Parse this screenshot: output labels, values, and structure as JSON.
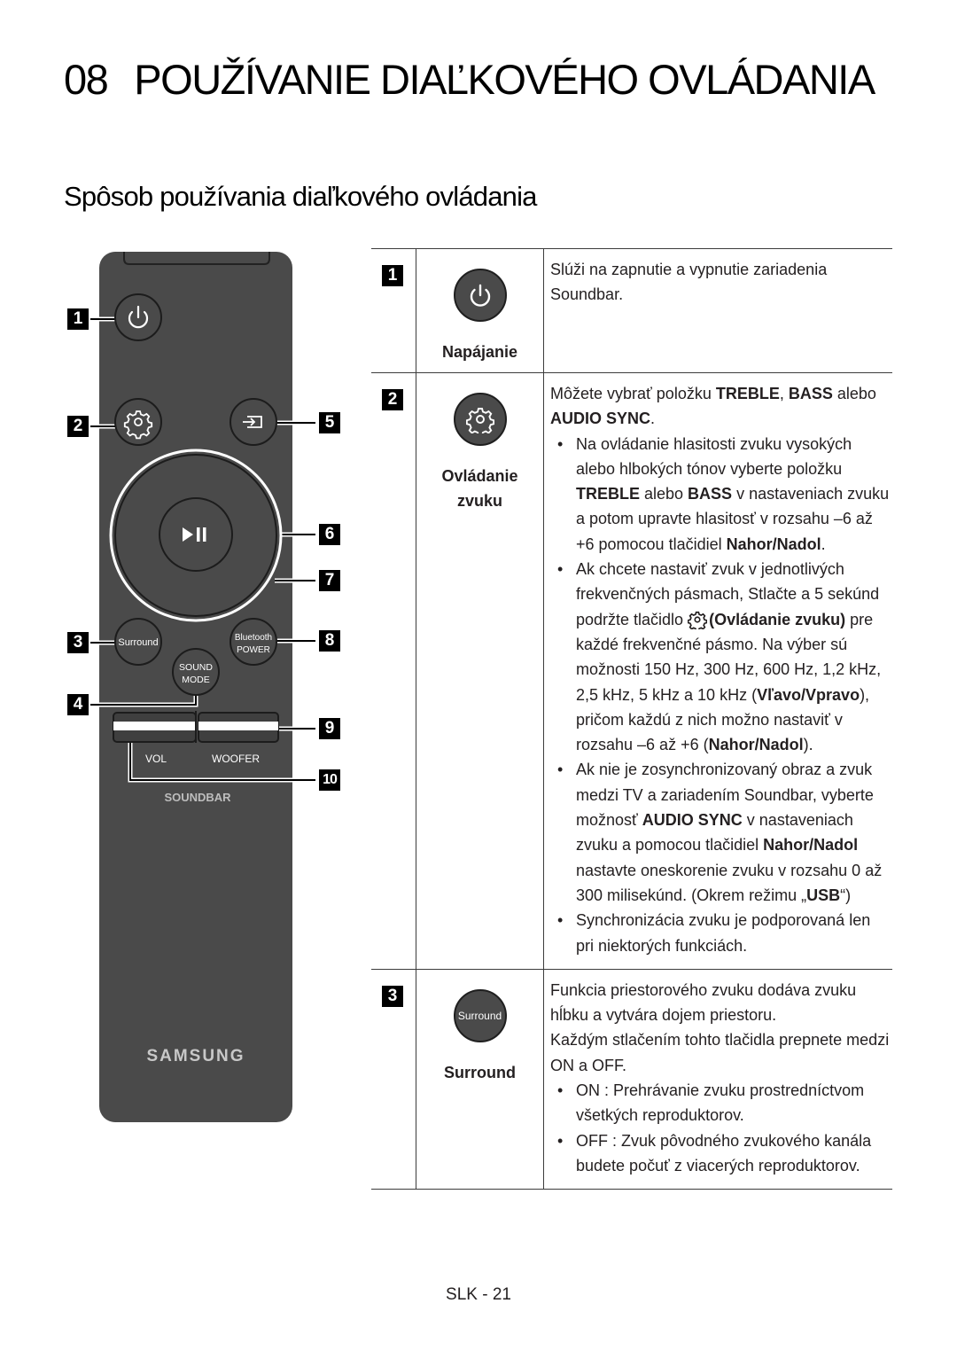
{
  "chapter": {
    "number": "08",
    "title": "POUŽÍVANIE DIAĽKOVÉHO OVLÁDANIA"
  },
  "section_title": "Spôsob používania diaľkového ovládania",
  "remote": {
    "callouts": [
      "1",
      "2",
      "3",
      "4",
      "5",
      "6",
      "7",
      "8",
      "9",
      "10"
    ],
    "labels": {
      "surround": "Surround",
      "bluetooth": "Bluetooth",
      "power": "POWER",
      "sound": "SOUND",
      "mode": "MODE",
      "vol": "VOL",
      "woofer": "WOOFER",
      "soundbar": "SOUNDBAR",
      "brand": "SAMSUNG"
    }
  },
  "rows": [
    {
      "num": "1",
      "icon": "power-icon",
      "label": "Napájanie",
      "text": "Slúži na zapnutie a vypnutie zariadenia Soundbar."
    },
    {
      "num": "2",
      "icon": "gear-icon",
      "label_line1": "Ovládanie",
      "label_line2": "zvuku",
      "intro": {
        "a": "Môžete vybrať položku ",
        "b1": "TREBLE",
        "c": ", ",
        "b2": "BASS",
        "d": " alebo ",
        "b3": "AUDIO SYNC",
        "e": "."
      },
      "b1": {
        "a": "Na ovládanie hlasitosti zvuku vysokých alebo hlbokých tónov vyberte položku ",
        "b1": "TREBLE",
        "c": " alebo ",
        "b2": "BASS",
        "d": " v nastaveniach zvuku a potom upravte hlasitosť v rozsahu –6 až +6 pomocou tlačidiel ",
        "b3": "Nahor/Nadol",
        "e": "."
      },
      "b2": {
        "a": "Ak chcete nastaviť zvuk v jednotlivých frekvenčných pásmach, Stlačte a 5 sekúnd podržte tlačidlo ",
        "b1": "(Ovládanie zvuku)",
        "c": " pre každé frekvenčné pásmo. Na výber sú možnosti 150 Hz, 300 Hz, 600 Hz, 1,2 kHz, 2,5 kHz, 5 kHz a 10 kHz (",
        "b2": "Vľavo/Vpravo",
        "d": "), pričom každú z nich možno nastaviť v rozsahu –6 až +6 (",
        "b3": "Nahor/Nadol",
        "e": ")."
      },
      "b3": {
        "a": "Ak nie je zosynchronizovaný obraz a zvuk medzi TV a zariadením Soundbar, vyberte možnosť ",
        "b1": "AUDIO SYNC",
        "c": " v nastaveniach zvuku a pomocou tlačidiel ",
        "b2": "Nahor/Nadol",
        "d": " nastavte oneskorenie zvuku v rozsahu 0 až 300 milisekúnd. (Okrem režimu „",
        "b3": "USB",
        "e": "“)"
      },
      "b4": "Synchronizácia zvuku je podporovaná len pri niektorých funkciách."
    },
    {
      "num": "3",
      "icon_text": "Surround",
      "label": "Surround",
      "p1": "Funkcia priestorového zvuku dodáva zvuku hĺbku a vytvára dojem priestoru.",
      "p2": "Každým stlačením tohto tlačidla prepnete medzi ON a OFF.",
      "b1": "ON : Prehrávanie zvuku prostredníctvom všetkých reproduktorov.",
      "b2": "OFF : Zvuk pôvodného zvukového kanála budete počuť z viacerých reproduktorov."
    }
  ],
  "footer": {
    "page": "SLK - 21"
  },
  "colors": {
    "remote_body": "#4a4a4a",
    "button": "#4a4a4a",
    "text": "#231f20"
  }
}
